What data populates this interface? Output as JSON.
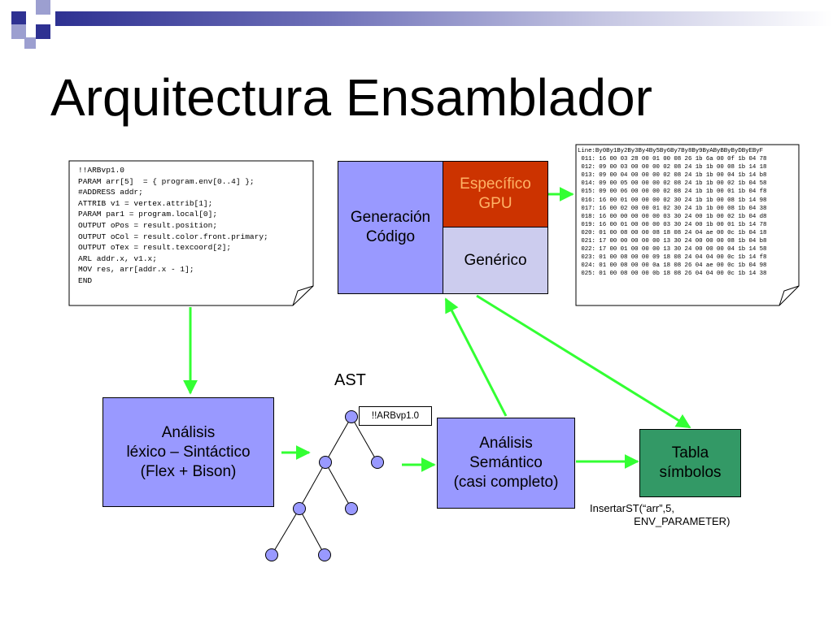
{
  "slide": {
    "title": "Arquitectura Ensamblador"
  },
  "colors": {
    "accent_navy": "#2e3192",
    "box_blue": "#9999ff",
    "box_red": "#cc3300",
    "box_lavender": "#ccccee",
    "box_green": "#339966",
    "arrow_green": "#33ff33",
    "node_blue": "#9999ff"
  },
  "source_code": {
    "lines": [
      "!!ARBvp1.0",
      "PARAM arr[5]  = { program.env[0..4] };",
      "#ADDRESS addr;",
      "ATTRIB v1 = vertex.attrib[1];",
      "PARAM par1 = program.local[0];",
      "OUTPUT oPos = result.position;",
      "OUTPUT oCol = result.color.front.primary;",
      "OUTPUT oTex = result.texcoord[2];",
      "ARL addr.x, v1.x;",
      "MOV res, arr[addr.x - 1];",
      "END"
    ]
  },
  "binary_output": {
    "lines": [
      "Line:By0By1By2By3By4By5By6By7By8By9ByAByBByByDByEByF",
      " 011: 16 00 03 28 00 01 00 08 26 1b 6a 00 0f 1b 04 78",
      " 012: 09 00 03 00 00 00 02 08 24 1b 1b 00 08 1b 14 18",
      " 013: 09 00 04 00 00 00 02 08 24 1b 1b 00 04 1b 14 b8",
      " 014: 09 00 05 00 00 00 02 08 24 1b 1b 00 02 1b 04 58",
      " 015: 09 00 06 00 00 00 02 08 24 1b 1b 00 01 1b 04 f8",
      " 016: 16 00 01 00 00 00 02 30 24 1b 1b 00 08 1b 14 98",
      " 017: 16 00 02 00 00 01 02 30 24 1b 1b 00 08 1b 04 38",
      " 018: 16 00 00 00 00 00 03 30 24 00 1b 00 02 1b 04 d8",
      " 019: 16 00 01 00 00 00 03 30 24 00 1b 00 01 1b 14 78",
      " 020: 01 00 08 00 00 08 18 08 24 04 ae 00 0c 1b 04 18",
      " 021: 17 00 00 00 00 00 13 30 24 00 00 00 08 1b 04 b8",
      " 022: 17 00 01 00 00 00 13 30 24 00 00 00 04 1b 14 58",
      " 023: 01 00 08 00 00 09 18 08 24 04 04 00 0c 1b 14 f8",
      " 024: 01 00 08 00 00 0a 18 08 26 04 ae 00 0c 1b 04 98",
      " 025: 01 00 08 00 00 0b 18 08 26 04 04 00 0c 1b 14 38"
    ]
  },
  "codegen": {
    "main_label": "Generación\nCódigo",
    "specific_label": "Específico\nGPU",
    "generic_label": "Genérico"
  },
  "lexer": {
    "label": "Análisis\nléxico – Sintáctico\n(Flex + Bison)"
  },
  "ast": {
    "title": "AST",
    "root_tag": "!!ARBvp1.0"
  },
  "semantic": {
    "label": "Análisis\nSemántico\n(casi completo)"
  },
  "symbols": {
    "label": "Tabla\nsímbolos",
    "call_text": "InsertarST(“arr”,5,\n               ENV_PARAMETER)"
  }
}
